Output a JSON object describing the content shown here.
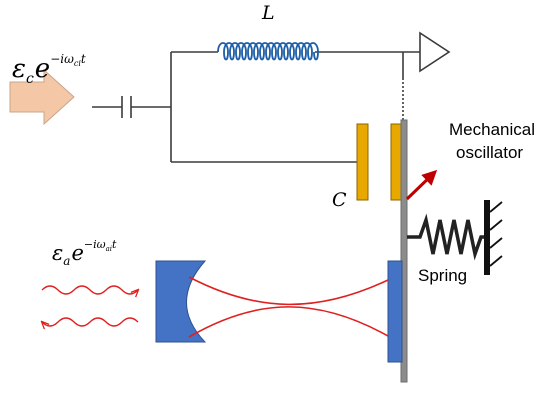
{
  "labels": {
    "inductor": "L",
    "capacitor": "C",
    "mechanical_line1": "Mechanical",
    "mechanical_line2": "oscillator",
    "spring": "Spring"
  },
  "electric_drive": {
    "base": "ε",
    "base_sub": "c",
    "exp_base": "e",
    "exp": "−iω",
    "exp_sub": "ci",
    "exp_tail": "t"
  },
  "optical_drive": {
    "base": "ε",
    "base_sub": "a",
    "exp_base": "e",
    "exp": "−iω",
    "exp_sub": "ai",
    "exp_tail": "t"
  },
  "colors": {
    "wire": "#3b3b3b",
    "capacitor_plate": "#e8a800",
    "capacitor_edge": "#8a6400",
    "input_arrow": "#f4c7a6",
    "input_arrow_edge": "#c9a48a",
    "mirror": "#4472c4",
    "mirror_edge": "#2f528f",
    "beam": "#e02020",
    "membrane": "#8c8c8c",
    "spring": "#222222",
    "motion_arrow": "#c00000"
  }
}
